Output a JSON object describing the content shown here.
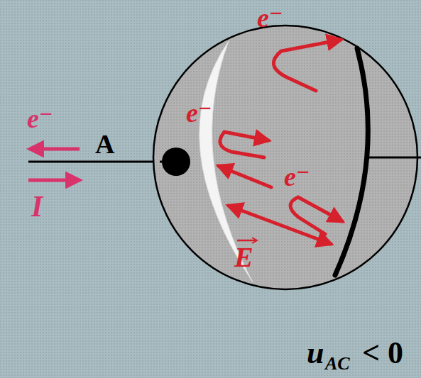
{
  "diagram": {
    "labels": [
      "e⁻",
      "A",
      "I",
      "e⁻",
      "e⁻",
      "e⁻",
      "E",
      "u",
      "AC",
      "< 0"
    ]
  }
}
